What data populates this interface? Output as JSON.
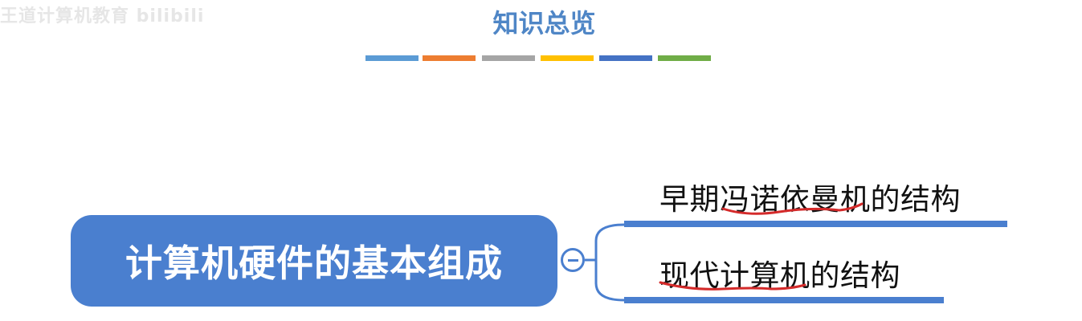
{
  "watermark": "王道计算机教育 bilibili",
  "header": {
    "title": "知识总览",
    "color_bars": [
      "#5b9bd5",
      "#ed7d31",
      "#a5a5a5",
      "#ffc000",
      "#4472c4",
      "#70ad47"
    ]
  },
  "mindmap": {
    "root": {
      "label": "计算机硬件的基本组成"
    },
    "branches": [
      {
        "label": "早期冯诺依曼机的结构"
      },
      {
        "label": "现代计算机的结构"
      }
    ]
  }
}
